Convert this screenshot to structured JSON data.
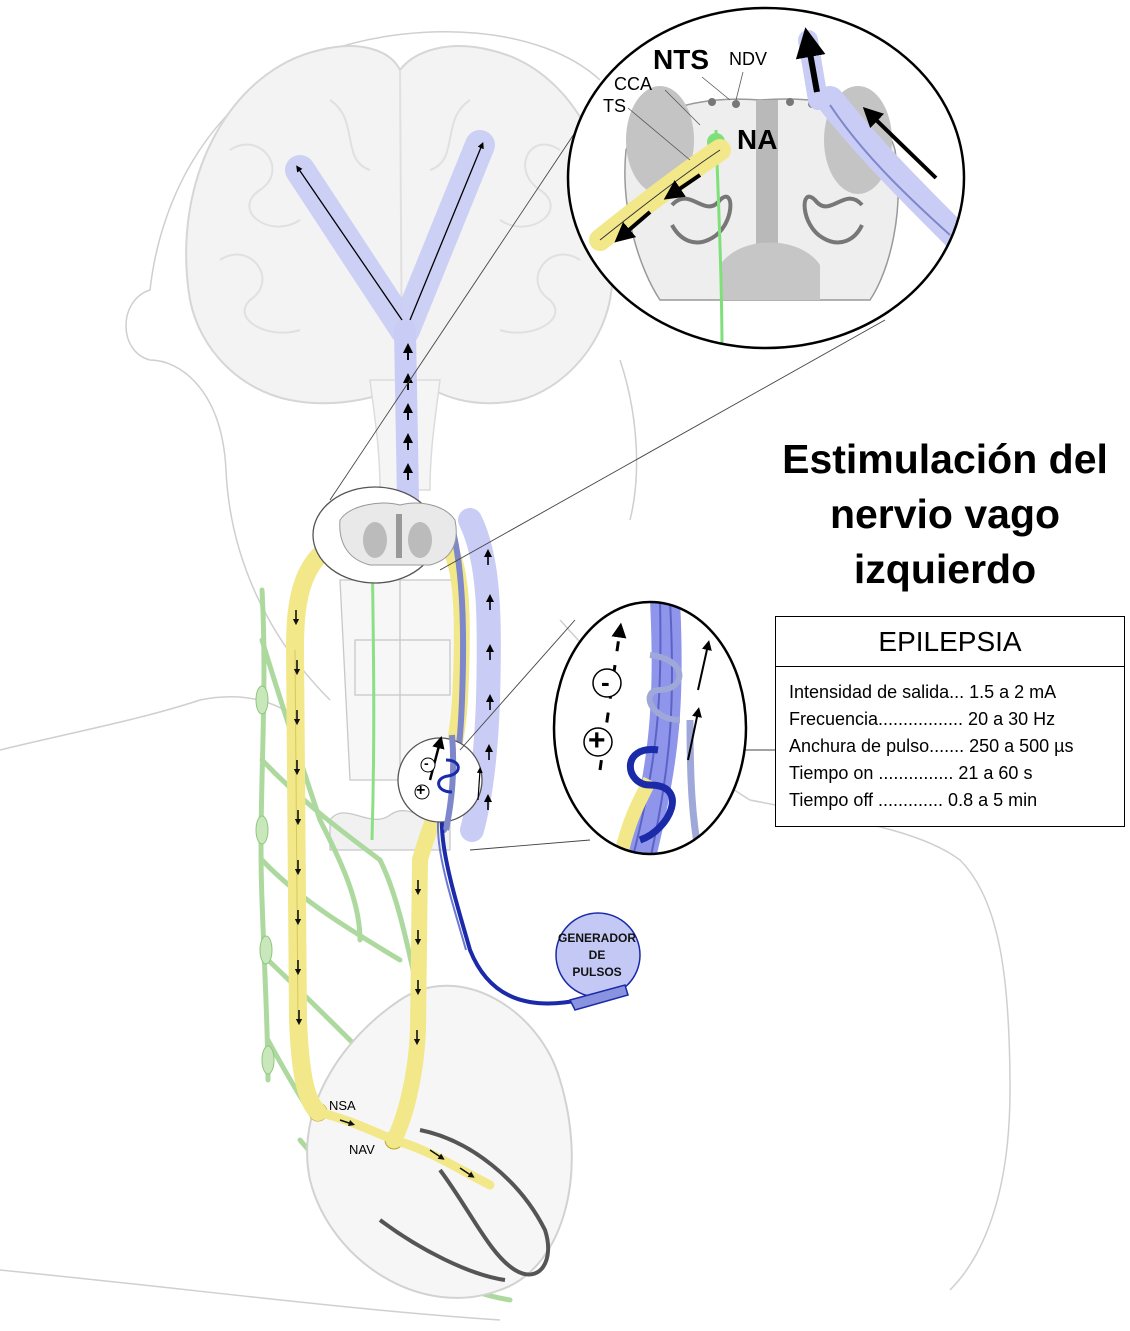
{
  "title": {
    "line1": "Estimulación del",
    "line2": "nervio vago",
    "line3": "izquierdo"
  },
  "panel": {
    "header": "EPILEPSIA",
    "rows": [
      "Intensidad de salida... 1.5 a 2 mA",
      "Frecuencia................. 20 a 30 Hz",
      "Anchura de pulso....... 250 a 500 µs",
      "Tiempo on ............... 21 a 60 s",
      "Tiempo off ............. 0.8 a 5 min"
    ]
  },
  "labels": {
    "nts": "NTS",
    "ndv": "NDV",
    "cca": "CCA",
    "ts": "TS",
    "na": "NA",
    "nsa": "NSA",
    "nav": "NAV",
    "minus": "-",
    "plus": "+"
  },
  "generator": {
    "line1": "GENERADOR",
    "line2": "DE",
    "line3": "PULSOS"
  },
  "colors": {
    "efferent_motor": "#f2e88a",
    "afferent_sensory": "#b8bdf2",
    "nts_projection": "#7fe07a",
    "sympathetic": "#a9d89a",
    "electrode_lead": "#1a2aa8",
    "outline": "#cfcfcf"
  }
}
